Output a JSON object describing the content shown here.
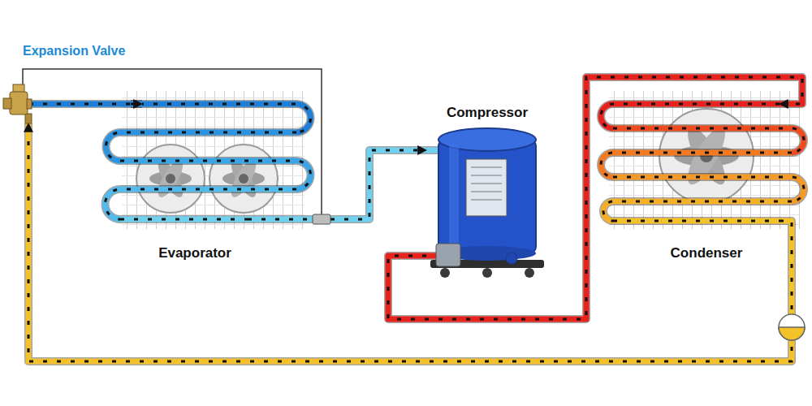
{
  "diagram": {
    "nodes": [
      {
        "text": [
          "Expansion Valve"
        ]
      },
      {
        "text": [
          "Evaporator"
        ]
      },
      {
        "text": [
          "Compressor"
        ]
      },
      {
        "text": [
          "Condenser"
        ]
      }
    ],
    "edges": [
      {
        "from": 0,
        "to": 1,
        "arrow": "to"
      },
      {
        "from": 1,
        "to": 2,
        "arrow": "to"
      },
      {
        "from": 2,
        "to": 3,
        "arrow": "to"
      },
      {
        "from": 3,
        "to": 0,
        "arrow": "to"
      }
    ]
  }
}
